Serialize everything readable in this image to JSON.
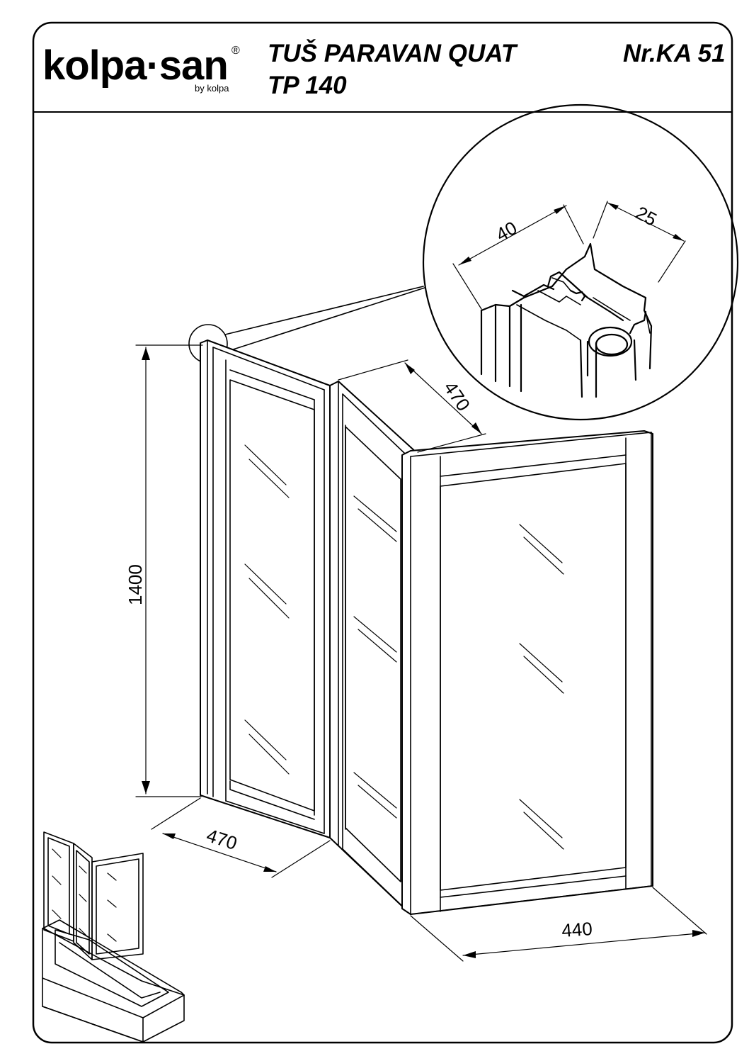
{
  "header": {
    "brand": "kolpa·san",
    "registered_mark": "®",
    "brand_sub": "by kolpa",
    "title_line1": "TUŠ PARAVAN QUAT",
    "title_line2": "TP 140",
    "doc_number": "Nr.KA 51"
  },
  "dimensions": {
    "height": "1400",
    "panel1_width": "470",
    "panel2_width": "470",
    "panel3_width": "440",
    "profile_width": "40",
    "profile_depth": "25"
  },
  "icons": [
    "glass-reflection-icon",
    "bathtub-thumbnail-icon"
  ]
}
